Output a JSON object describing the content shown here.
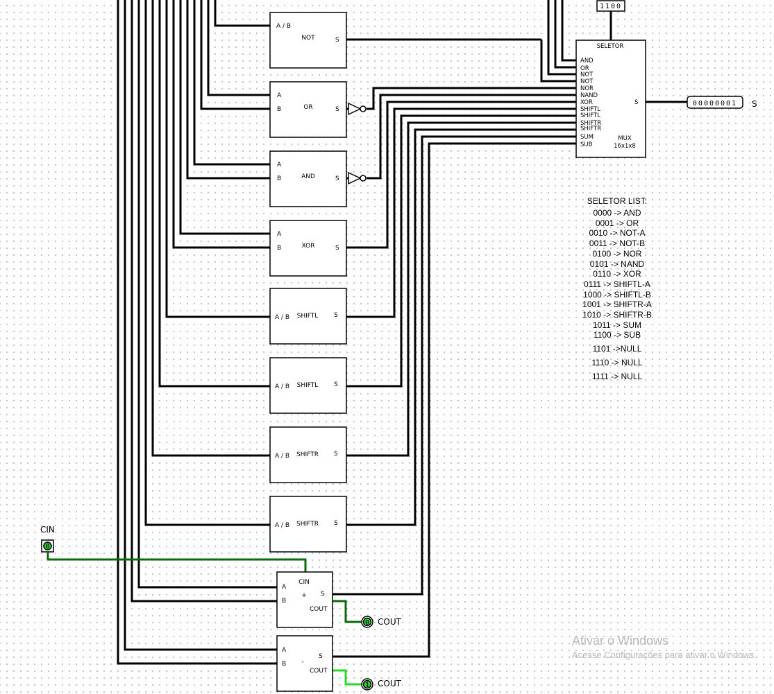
{
  "selector_input": {
    "value": "1100"
  },
  "mux": {
    "title": "SELETOR",
    "inputs": [
      "AND",
      "OR",
      "NOT",
      "NOT",
      "NOR",
      "NAND",
      "XOR",
      "SHIFTL",
      "SHIFTL",
      "SHIFTR",
      "SHIFTR",
      "SUM",
      "SUB"
    ],
    "output_pin": "S",
    "name": "MUX",
    "size": "16x1x8"
  },
  "output": {
    "value": "00000001",
    "label": "S"
  },
  "components": [
    {
      "name": "NOT",
      "in1": "A / B",
      "in2": "",
      "out": "S"
    },
    {
      "name": "OR",
      "in1": "A",
      "in2": "B",
      "out": "S"
    },
    {
      "name": "AND",
      "in1": "A",
      "in2": "B",
      "out": "S"
    },
    {
      "name": "XOR",
      "in1": "A",
      "in2": "B",
      "out": "S"
    },
    {
      "name": "SHIFTL",
      "in1": "A / B",
      "in2": "",
      "out": "S"
    },
    {
      "name": "SHIFTL",
      "in1": "A / B",
      "in2": "",
      "out": "S"
    },
    {
      "name": "SHIFTR",
      "in1": "A / B",
      "in2": "",
      "out": "S"
    },
    {
      "name": "SHIFTR",
      "in1": "A / B",
      "in2": "",
      "out": "S"
    }
  ],
  "adder": {
    "a": "A",
    "b": "B",
    "cin": "CIN",
    "op": "+",
    "out": "S",
    "cout": "COUT"
  },
  "subtractor": {
    "a": "A",
    "b": "B",
    "op": "-",
    "out": "S",
    "cout": "COUT"
  },
  "cin_pin": {
    "label": "CIN",
    "value": "0"
  },
  "cout_pins": [
    {
      "label": "COUT",
      "value": "0"
    },
    {
      "label": "COUT",
      "value": "1"
    }
  ],
  "seletor_list": {
    "title": "SELETOR LIST:",
    "items": [
      "0000 -> AND",
      "0001 -> OR",
      "0010 -> NOT-A",
      "0011 -> NOT-B",
      "0100 -> NOR",
      "0101 -> NAND",
      "0110 -> XOR",
      "0111 -> SHIFTL-A",
      "1000 -> SHIFTL-B",
      "1001 -> SHIFTR-A",
      "1010 -> SHIFTR-B",
      "1011 -> SUM",
      "1100 -> SUB",
      "1101 ->NULL",
      "1110 -> NULL",
      "1111 -> NULL"
    ]
  },
  "watermark": {
    "line1": "Ativar o Windows",
    "line2": "Acesse Configurações para ativar o Windows."
  },
  "colors": {
    "wire": "#000000",
    "active_wire": "#0a6b0a",
    "high_wire": "#22dd22",
    "led": "#2ccf2c"
  }
}
